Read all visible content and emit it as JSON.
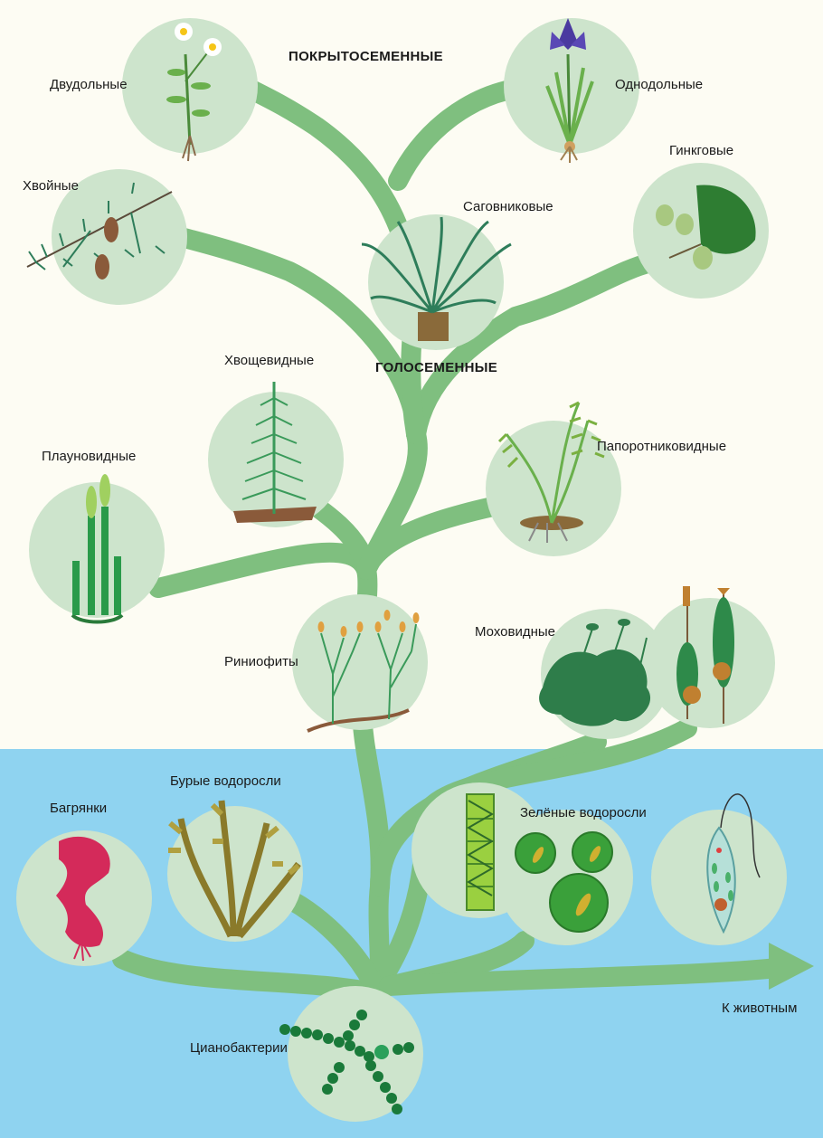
{
  "groups": {
    "angiosperms": "ПОКРЫТОСЕМЕННЫЕ",
    "gymnosperms": "ГОЛОСЕМЕННЫЕ"
  },
  "labels": {
    "dicots": "Двудольные",
    "monocots": "Однодольные",
    "ginkgo": "Гинкговые",
    "conifers": "Хвойные",
    "cycads": "Саговниковые",
    "horsetails": "Хвощевидные",
    "clubmosses": "Плауновидные",
    "ferns": "Папоротниковидные",
    "rhyniophytes": "Риниофиты",
    "mosses": "Моховидные",
    "red_algae": "Багрянки",
    "brown_algae": "Бурые водоросли",
    "green_algae": "Зелёные водоросли",
    "cyanobacteria": "Цианобактерии",
    "to_animals": "К животным"
  },
  "colors": {
    "land": "#fdfcf3",
    "water": "#8fd3f0",
    "branch": "#7fbf7f",
    "circle": "#cde4cc"
  }
}
